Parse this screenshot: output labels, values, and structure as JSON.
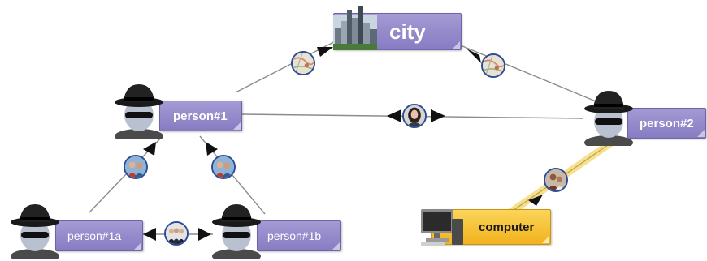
{
  "nodes": {
    "city": {
      "label": "city",
      "icon": "city-skyline-icon"
    },
    "person1": {
      "label": "person#1",
      "icon": "spy-icon"
    },
    "person2": {
      "label": "person#2",
      "icon": "spy-icon"
    },
    "person1a": {
      "label": "person#1a",
      "icon": "spy-icon"
    },
    "person1b": {
      "label": "person#1b",
      "icon": "spy-icon"
    },
    "computer": {
      "label": "computer",
      "icon": "computer-icon"
    }
  },
  "edges": [
    {
      "from": "person1",
      "to": "city",
      "icon": "map-icon",
      "arrow": "to"
    },
    {
      "from": "person2",
      "to": "city",
      "icon": "map-icon",
      "arrow": "to"
    },
    {
      "from": "person1",
      "to": "person2",
      "icon": "woman-icon",
      "arrow": "both"
    },
    {
      "from": "person1a",
      "to": "person1",
      "icon": "group-photo-icon",
      "arrow": "to"
    },
    {
      "from": "person1b",
      "to": "person1",
      "icon": "group-photo-icon",
      "arrow": "to"
    },
    {
      "from": "person1a",
      "to": "person1b",
      "icon": "business-people-icon",
      "arrow": "both"
    },
    {
      "from": "person2",
      "to": "computer",
      "icon": "group-photo-icon",
      "arrow": "to",
      "highlight": true
    }
  ],
  "colors": {
    "node_fill": "#958bcb",
    "node_highlight_fill": "#f5c12c",
    "edge": "#8c8c8c",
    "edge_highlight": "#f5dc82",
    "badge_ring": "#2a4c9a"
  }
}
